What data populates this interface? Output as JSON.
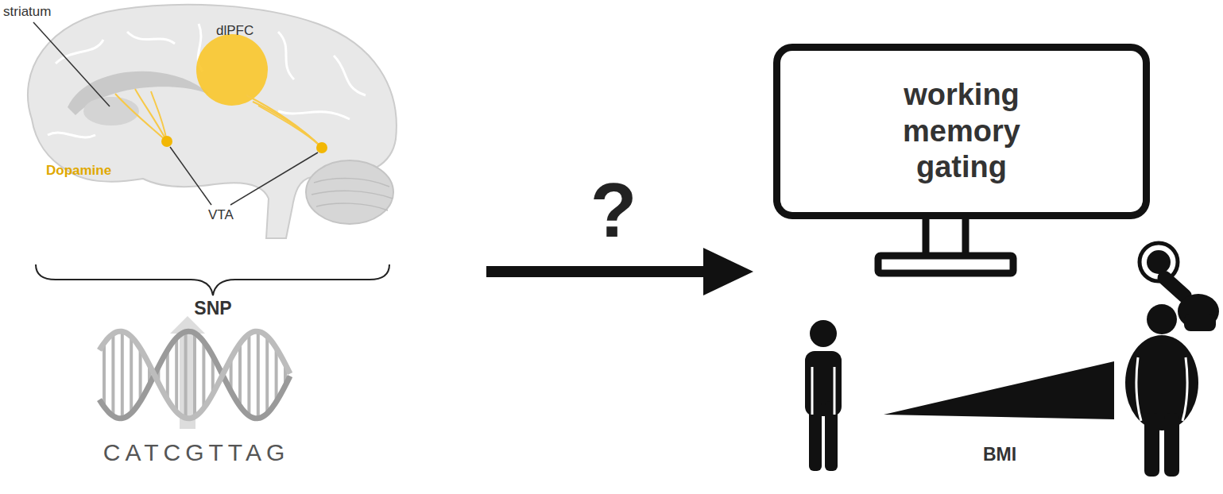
{
  "diagram": {
    "nodes": [
      {
        "text": [
          "working memory gating"
        ]
      }
    ],
    "labels": [
      "striatum",
      "dlPFC",
      "Dopamine",
      "VTA",
      "SNP",
      "CATCGTTAG",
      "?",
      "BMI"
    ]
  }
}
